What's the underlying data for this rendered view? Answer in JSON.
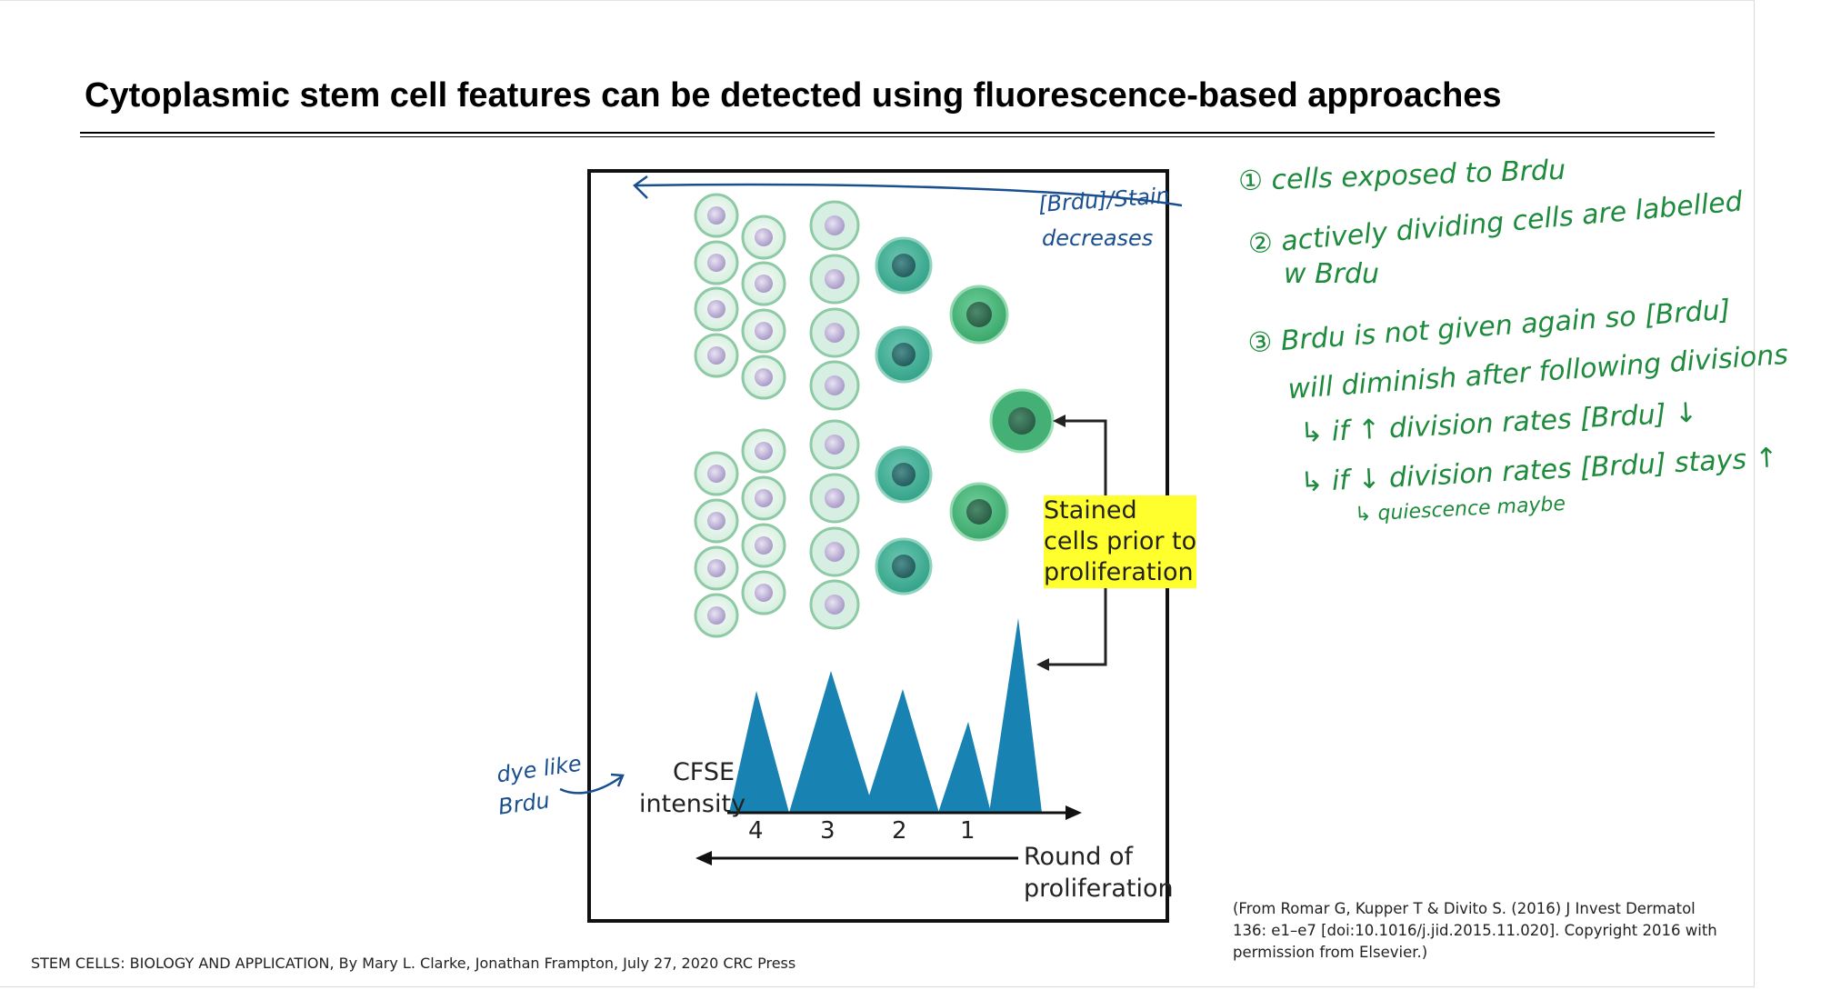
{
  "slide": {
    "title": "Cytoplasmic stem cell features can be detected using fluorescence-based approaches",
    "source": "STEM CELLS: BIOLOGY AND APPLICATION, By Mary L. Clarke, Jonathan Frampton, July 27, 2020 CRC Press",
    "citation": "(From Romar G, Kupper T & Divito S. (2016) J Invest Dermatol 136: e1–e7 [doi:10.1016/j.jid.2015.11.020]. Copyright 2016 with permission from Elsevier.)"
  },
  "figure": {
    "stained_label": [
      "Stained",
      "cells prior to",
      "proliferation"
    ],
    "cfse_label": [
      "CFSE",
      "intensity"
    ],
    "round_label": [
      "Round of",
      "proliferation"
    ],
    "ticks": [
      "4",
      "3",
      "2",
      "1"
    ],
    "colors": {
      "pale_cell": "#e7f4ec",
      "pale_ring": "#8fcaa6",
      "pale_nucleus": "#c7bedc",
      "mid_cell": "#3eab95",
      "mid_nucleus": "#2d6f6f",
      "bright_cell": "#45b076",
      "bright_nucleus": "#2f6f56",
      "peak": "#1883b3",
      "highlight": "#ffff2e"
    }
  },
  "annotations": {
    "green": [
      "① cells exposed to Brdu",
      "② actively dividing cells are labelled",
      "w Brdu",
      "③ Brdu is not given again so [Brdu]",
      "will diminish after following divisions",
      "↳ if ↑ division rates [Brdu] ↓",
      "↳ if ↓ division rates [Brdu] stays ↑",
      "↳ quiescence maybe"
    ],
    "blue": [
      "[Brdu]/Stain",
      "decreases",
      "dye like",
      "Brdu"
    ],
    "colors": {
      "green_ink": "#1d8a3c",
      "blue_ink": "#1a4f8f"
    }
  }
}
